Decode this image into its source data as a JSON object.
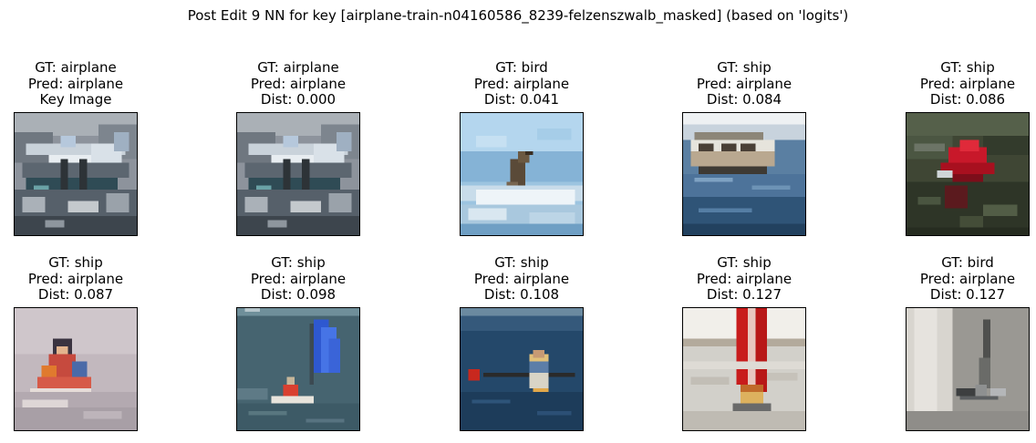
{
  "figure": {
    "title": "Post Edit 9 NN for key [airplane-train-n04160586_8239-felzenszwalb_masked] (based on 'logits')"
  },
  "panels": [
    {
      "line1": "GT: airplane",
      "line2": "Pred: airplane",
      "line3": "Key Image",
      "scene": "airplane-key"
    },
    {
      "line1": "GT: airplane",
      "line2": "Pred: airplane",
      "line3": "Dist: 0.000",
      "scene": "airplane-key"
    },
    {
      "line1": "GT: bird",
      "line2": "Pred: airplane",
      "line3": "Dist: 0.041",
      "scene": "bird-water"
    },
    {
      "line1": "GT: ship",
      "line2": "Pred: airplane",
      "line3": "Dist: 0.084",
      "scene": "boat-water"
    },
    {
      "line1": "GT: ship",
      "line2": "Pred: airplane",
      "line3": "Dist: 0.086",
      "scene": "red-boat-dark"
    },
    {
      "line1": "GT: ship",
      "line2": "Pred: airplane",
      "line3": "Dist: 0.087",
      "scene": "jetski"
    },
    {
      "line1": "GT: ship",
      "line2": "Pred: airplane",
      "line3": "Dist: 0.098",
      "scene": "windsurfer"
    },
    {
      "line1": "GT: ship",
      "line2": "Pred: airplane",
      "line3": "Dist: 0.108",
      "scene": "kayak"
    },
    {
      "line1": "GT: ship",
      "line2": "Pred: airplane",
      "line3": "Dist: 0.127",
      "scene": "red-sail"
    },
    {
      "line1": "GT: bird",
      "line2": "Pred: airplane",
      "line3": "Dist: 0.127",
      "scene": "bird-grey"
    }
  ]
}
